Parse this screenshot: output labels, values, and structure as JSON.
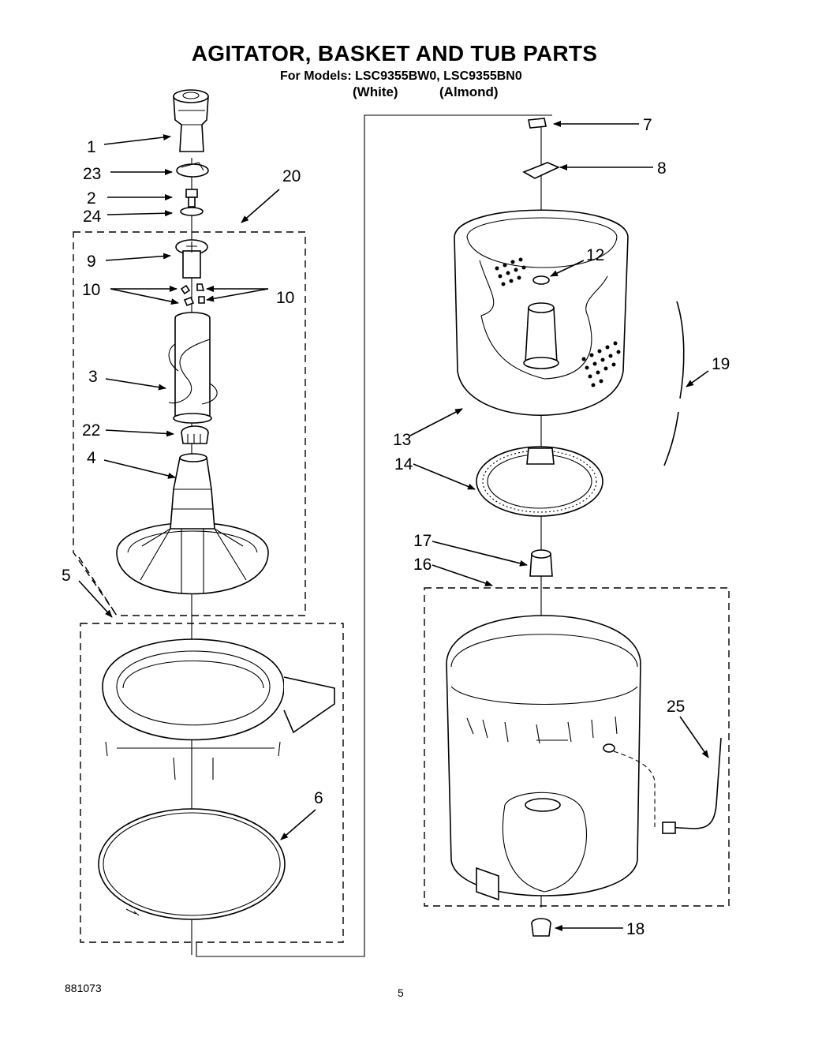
{
  "title": "AGITATOR, BASKET AND TUB PARTS",
  "models_line": "For Models: LSC9355BW0, LSC9355BN0",
  "color_white": "(White)",
  "color_almond": "(Almond)",
  "footer_code": "881073",
  "page_number": "5",
  "callouts": {
    "c1": "1",
    "c23": "23",
    "c2": "2",
    "c24": "24",
    "c20": "20",
    "c9": "9",
    "c10a": "10",
    "c10b": "10",
    "c3": "3",
    "c22": "22",
    "c4": "4",
    "c5": "5",
    "c6": "6",
    "c7": "7",
    "c8": "8",
    "c12": "12",
    "c19": "19",
    "c13": "13",
    "c14": "14",
    "c17": "17",
    "c16": "16",
    "c25": "25",
    "c18": "18"
  }
}
